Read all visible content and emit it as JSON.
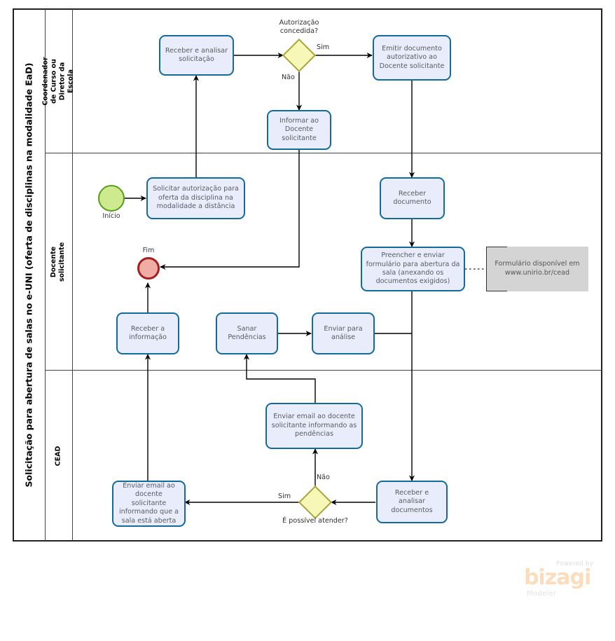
{
  "pool": {
    "title": "Solicitação para abertura de salas no e-UNI (oferta de disciplinas na modalidade EaD)",
    "lanes": [
      {
        "id": "lane-coordenador",
        "label": "Coordenador de Curso ou Diretor da\nEscola"
      },
      {
        "id": "lane-docente",
        "label": "Docente  solicitante"
      },
      {
        "id": "lane-cead",
        "label": "CEAD"
      }
    ]
  },
  "events": [
    {
      "id": "start-event",
      "type": "start",
      "label": "Início",
      "lane": "lane-docente"
    },
    {
      "id": "end-event",
      "type": "end",
      "label": "Fim",
      "lane": "lane-docente"
    }
  ],
  "tasks": [
    {
      "id": "task-receber-analisar-solicitacao",
      "lane": "lane-coordenador",
      "label": "Receber  e analisar\nsolicitação"
    },
    {
      "id": "task-emitir-documento-autorizativo",
      "lane": "lane-coordenador",
      "label": "Emitir documento\nautorizativo ao\nDocente solicitante"
    },
    {
      "id": "task-informar-docente-solicitante",
      "lane": "lane-coordenador",
      "label": "Informar ao\nDocente\nsolicitante"
    },
    {
      "id": "task-solicitar-autorizacao",
      "lane": "lane-docente",
      "label": "Solicitar autorização para\noferta da disciplina na\nmodalidade a distância"
    },
    {
      "id": "task-receber-documento",
      "lane": "lane-docente",
      "label": "Receber\ndocumento"
    },
    {
      "id": "task-preencher-enviar-formulario",
      "lane": "lane-docente",
      "label": "Preencher e enviar\nformulário para abertura da\nsala (anexando os\ndocumentos exigidos)"
    },
    {
      "id": "task-receber-informacao",
      "lane": "lane-docente",
      "label": "Receber a\ninformação"
    },
    {
      "id": "task-sanar-pendencias",
      "lane": "lane-docente",
      "label": "Sanar\nPendências"
    },
    {
      "id": "task-enviar-para-analise",
      "lane": "lane-docente",
      "label": "Enviar para\nanálise"
    },
    {
      "id": "task-enviar-email-pendencias",
      "lane": "lane-cead",
      "label": "Enviar email ao docente\nsolicitante informando as\npendências"
    },
    {
      "id": "task-enviar-email-sala-aberta",
      "lane": "lane-cead",
      "label": "Enviar email ao\ndocente solicitante\ninformando que a\nsala está aberta"
    },
    {
      "id": "task-receber-analisar-documentos",
      "lane": "lane-cead",
      "label": "Receber e\nanalisar\ndocumentos"
    }
  ],
  "gateways": [
    {
      "id": "gateway-autorizacao-concedida",
      "lane": "lane-coordenador",
      "label": "Autorização\nconcedida?",
      "label_position": "above"
    },
    {
      "id": "gateway-e-possivel-atender",
      "lane": "lane-cead",
      "label": "É possível atender?",
      "label_position": "below"
    }
  ],
  "flow_labels": [
    {
      "id": "flow-label-sim-autorizacao",
      "text": "Sim"
    },
    {
      "id": "flow-label-nao-autorizacao",
      "text": "Não"
    },
    {
      "id": "flow-label-nao-atender",
      "text": "Não"
    },
    {
      "id": "flow-label-sim-atender",
      "text": "Sim"
    }
  ],
  "annotations": [
    {
      "id": "annotation-formulario",
      "text": "Formulário disponível em\nwww.unirio.br/cead"
    }
  ],
  "logo": {
    "powered_by": "Powered by",
    "name": "bizagi",
    "product": "Modeler"
  },
  "colors": {
    "task_fill": "#E9EDFB",
    "task_border": "#15699B",
    "gateway_fill": "#F7F7B8",
    "gateway_border": "#A6A63C",
    "start_fill": "#CDEB8E",
    "start_border": "#5A9A1E",
    "end_fill": "#EFADA6",
    "end_border": "#A32020",
    "annotation_fill": "#D4D4D4",
    "pool_border": "#222222",
    "logo_name": "#FBDCBB"
  }
}
